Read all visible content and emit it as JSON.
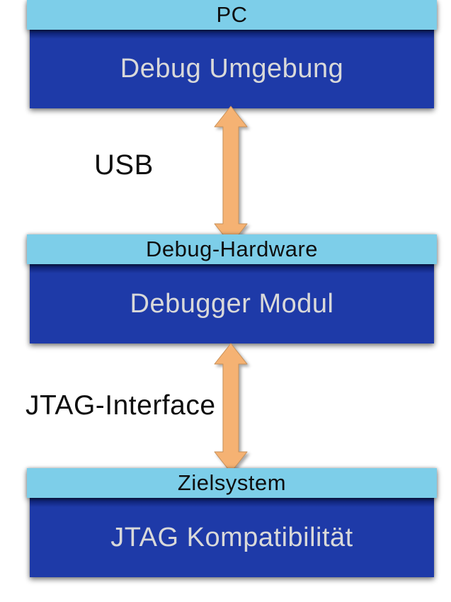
{
  "diagram": {
    "title": "Debug toolchain stack diagram",
    "colors": {
      "page_bg": "#ffffff",
      "header_bg": "#7DCEE9",
      "body_bg": "#1E3AA8",
      "body_top_edge": "#081238",
      "header_text": "#0e0e0e",
      "body_text": "#D9D9D9",
      "label_text": "#0e0e0e",
      "arrow_fill": "#F5B273",
      "arrow_stroke": "#C89058"
    },
    "boxes": [
      {
        "header": "PC",
        "body": "Debug Umgebung"
      },
      {
        "header": "Debug-Hardware",
        "body": "Debugger Modul"
      },
      {
        "header": "Zielsystem",
        "body": "JTAG Kompatibilität"
      }
    ],
    "connectors": [
      {
        "label": "USB",
        "icon": "double-headed-vertical-arrow",
        "from": "PC",
        "to": "Debug-Hardware"
      },
      {
        "label": "JTAG-Interface",
        "icon": "double-headed-vertical-arrow",
        "from": "Debug-Hardware",
        "to": "Zielsystem"
      }
    ]
  }
}
